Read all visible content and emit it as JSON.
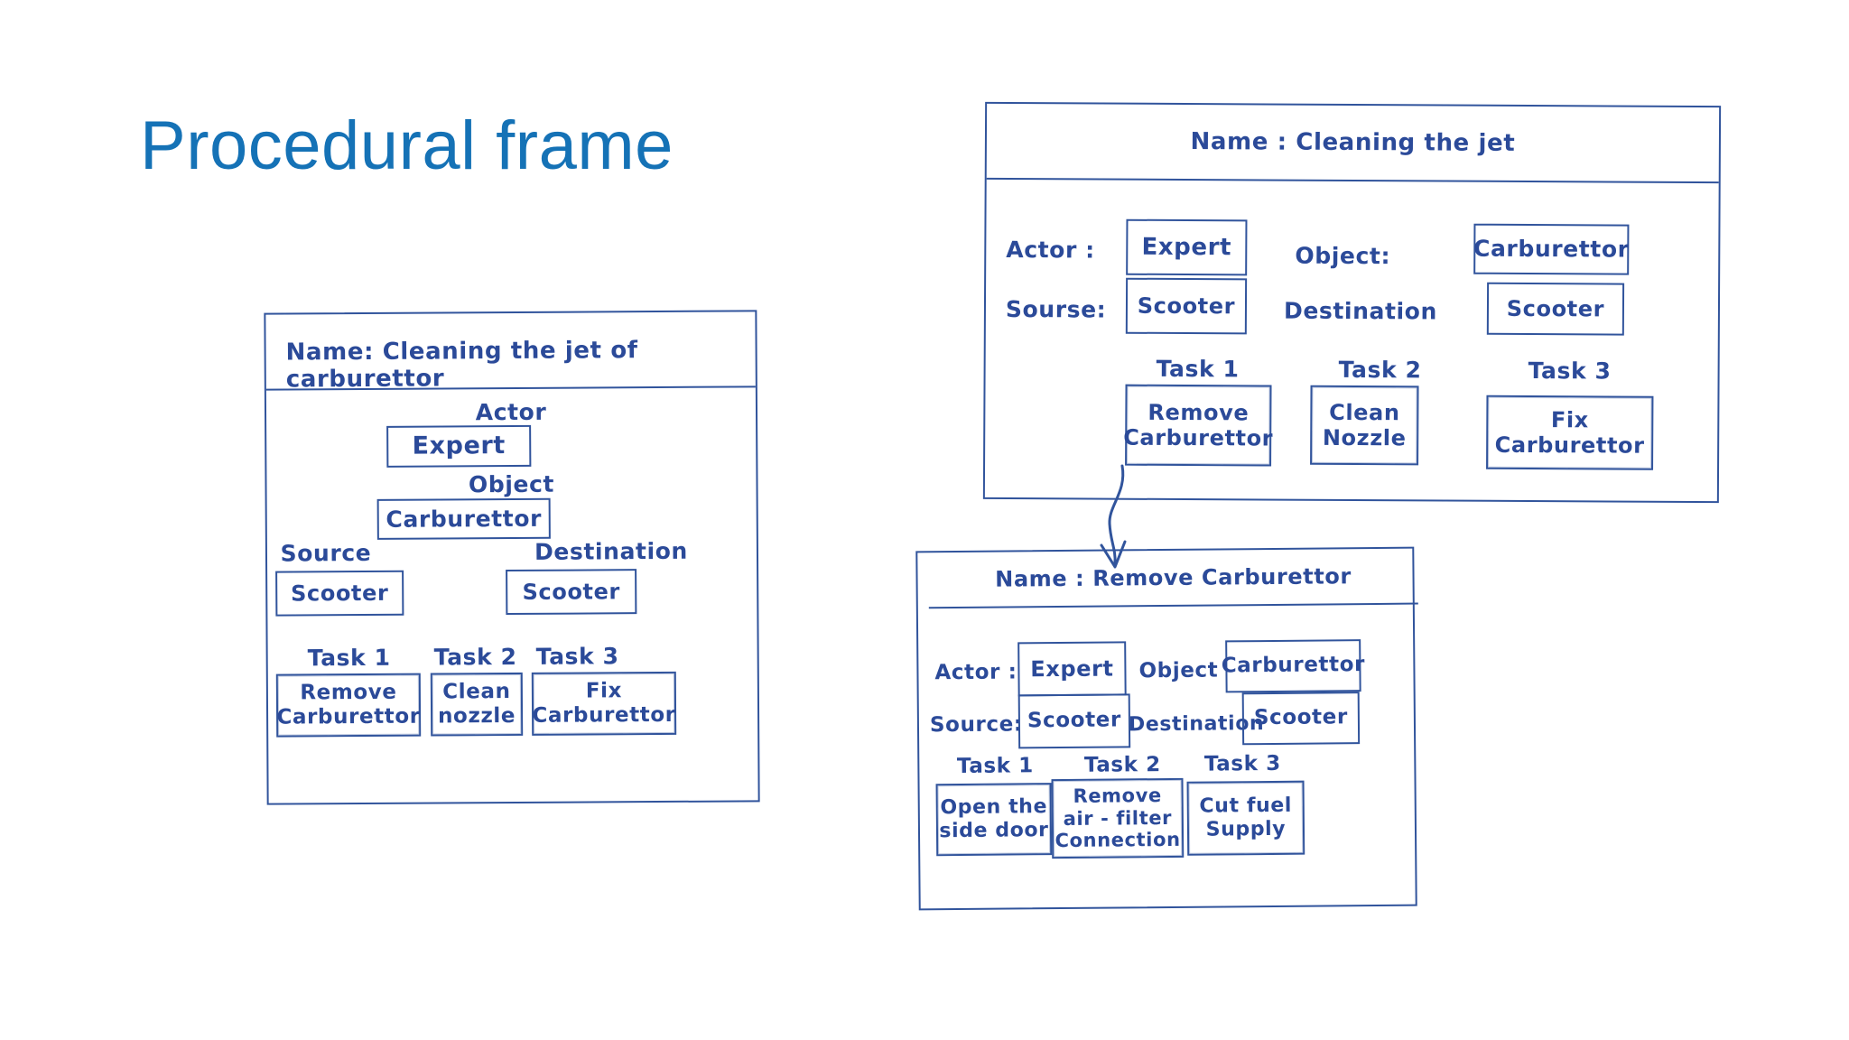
{
  "slide": {
    "title": "Procedural frame",
    "title_color": "#1572B6",
    "ink_color": "#2b4a99",
    "background": "#ffffff"
  },
  "diagrams": [
    {
      "id": "frame-left",
      "name_label": "Name:",
      "name_value": "Cleaning the jet of carburettor",
      "name_line": "Name: Cleaning the jet of carburettor",
      "slots": [
        {
          "label": "Actor",
          "value": "Expert"
        },
        {
          "label": "Object",
          "value": "Carburettor"
        },
        {
          "label": "Source",
          "value": "Scooter"
        },
        {
          "label": "Destination",
          "value": "Scooter"
        }
      ],
      "tasks": [
        {
          "label": "Task 1",
          "value": "Remove\nCarburettor"
        },
        {
          "label": "Task 2",
          "value": "Clean\nnozzle"
        },
        {
          "label": "Task 3",
          "value": "Fix\nCarburettor"
        }
      ]
    },
    {
      "id": "frame-top-right",
      "name_label": "Name:",
      "name_value": "Cleaning the jet",
      "name_line": "Name : Cleaning  the  jet",
      "slots": [
        {
          "label": "Actor :",
          "value": "Expert"
        },
        {
          "label": "Object:",
          "value": "Carburettor"
        },
        {
          "label": "Sourse:",
          "value": "Scooter"
        },
        {
          "label": "Destination",
          "value": "Scooter"
        }
      ],
      "tasks": [
        {
          "label": "Task 1",
          "value": "Remove\nCarburettor"
        },
        {
          "label": "Task 2",
          "value": "Clean\nNozzle"
        },
        {
          "label": "Task 3",
          "value": "Fix\nCarburettor"
        }
      ]
    },
    {
      "id": "frame-bottom-right",
      "name_label": "Name :",
      "name_value": "Remove Carburettor",
      "name_line": "Name : Remove  Carburettor",
      "slots": [
        {
          "label": "Actor :",
          "value": "Expert"
        },
        {
          "label": "Object",
          "value": "Carburettor"
        },
        {
          "label": "Source:",
          "value": "Scooter"
        },
        {
          "label": "Destination",
          "value": "Scooter"
        }
      ],
      "tasks": [
        {
          "label": "Task 1",
          "value": "Open the\nside door"
        },
        {
          "label": "Task 2",
          "value": "Remove\nair - filter\nConnection"
        },
        {
          "label": "Task 3",
          "value": "Cut  fuel\nSupply"
        }
      ]
    }
  ],
  "connector": {
    "name": "task-to-frame-arrow",
    "from": "frame-top-right.tasks.0",
    "to": "frame-bottom-right"
  }
}
